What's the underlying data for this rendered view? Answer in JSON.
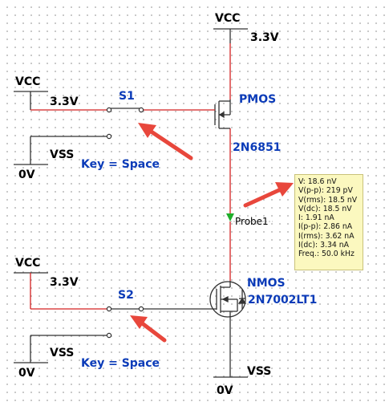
{
  "vcc_top": {
    "name": "VCC",
    "value": "3.3V"
  },
  "pmos": {
    "name": "PMOS",
    "part": "2N6851"
  },
  "source1": {
    "name": "VCC",
    "value": "3.3V"
  },
  "switch1": {
    "name": "S1"
  },
  "ground1": {
    "name": "VSS",
    "value": "0V"
  },
  "key1": "Key = Space",
  "probe": {
    "label": "Probe1",
    "readings": [
      "V: 18.6 nV",
      "V(p-p): 219 pV",
      "V(rms): 18.5 nV",
      "V(dc): 18.5 nV",
      "I: 1.91 nA",
      "I(p-p): 2.86 nA",
      "I(rms): 3.62 nA",
      "I(dc): 3.34 nA",
      "Freq.: 50.0 kHz"
    ]
  },
  "nmos": {
    "name": "NMOS",
    "part": "2N7002LT1"
  },
  "source2": {
    "name": "VCC",
    "value": "3.3V"
  },
  "switch2": {
    "name": "S2"
  },
  "ground2": {
    "name": "VSS",
    "value": "0V"
  },
  "key2": "Key = Space",
  "vss_bottom": {
    "name": "VSS",
    "value": "0V"
  },
  "colors": {
    "wire": "#d42020",
    "wire_dark": "#333333",
    "label_blue": "#0b3bb8",
    "arrow": "#e8473c",
    "probe": "#1fae2a",
    "probe_box": "#fbf8bf"
  }
}
